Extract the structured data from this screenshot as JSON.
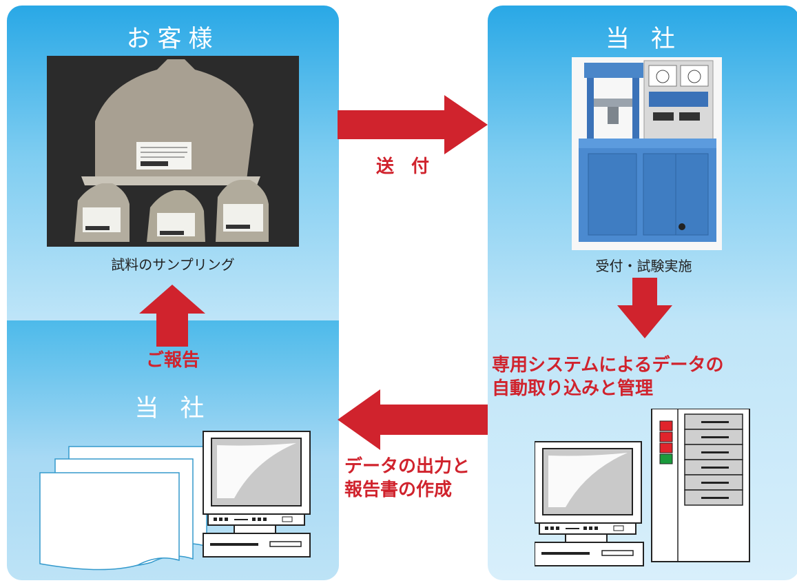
{
  "left_panel": {
    "title": "お客様",
    "photo_caption": "試料のサンプリング",
    "report_label": "ご報告",
    "lower_title": "当 社"
  },
  "right_panel": {
    "title": "当 社",
    "photo_caption": "受付・試験実施",
    "system_label_line1": "専用システムによるデータの",
    "system_label_line2": "自動取り込みと管理"
  },
  "arrows": {
    "send_label": "送 付",
    "output_label_line1": "データの出力と",
    "output_label_line2": "報告書の作成"
  },
  "colors": {
    "accent_red": "#d0232d",
    "panel_blue": "#29a8e6",
    "panel_light": "#d8effb"
  }
}
